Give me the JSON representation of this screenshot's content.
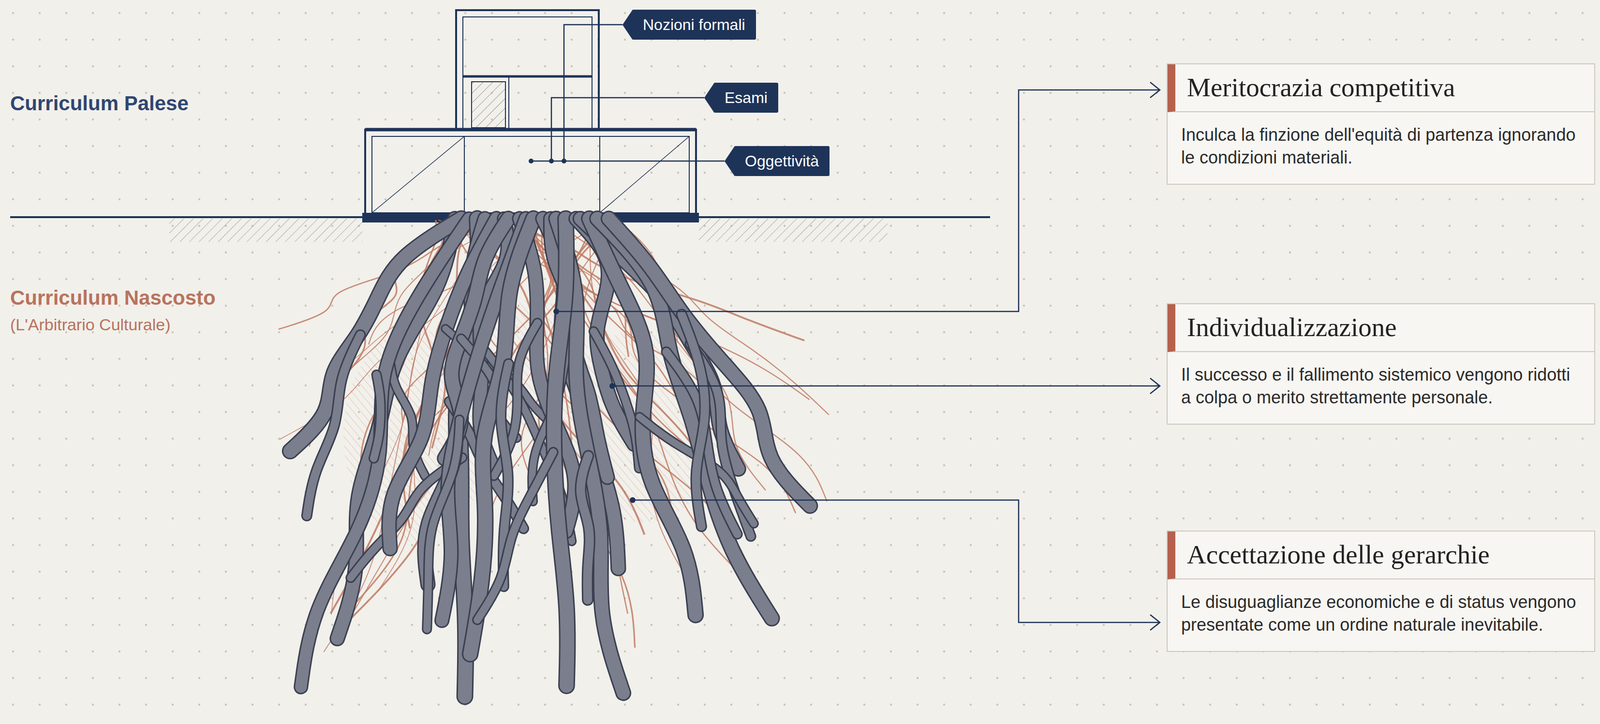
{
  "diagram": {
    "nodes": [
      {
        "text": [
          "Nozioni formali"
        ]
      },
      {
        "text": [
          "Esami"
        ]
      },
      {
        "text": [
          "Oggettività"
        ]
      },
      {
        "text": [
          "Meritocrazia competitiva",
          "Inculca la finzione dell'equità di partenza ignorando le condizioni materiali."
        ]
      },
      {
        "text": [
          "Individualizzazione",
          "Il successo e il fallimento sistemico vengono ridotti a colpa o merito strettamente personale."
        ]
      },
      {
        "text": [
          "Accettazione delle gerarchie",
          "Le disuguaglianze economiche e di status vengono presentate come un ordine naturale inevitabile."
        ]
      }
    ],
    "labels": [
      "Curriculum Palese",
      "Curriculum Nascosto",
      "(L'Arbitrario Culturale)"
    ]
  }
}
